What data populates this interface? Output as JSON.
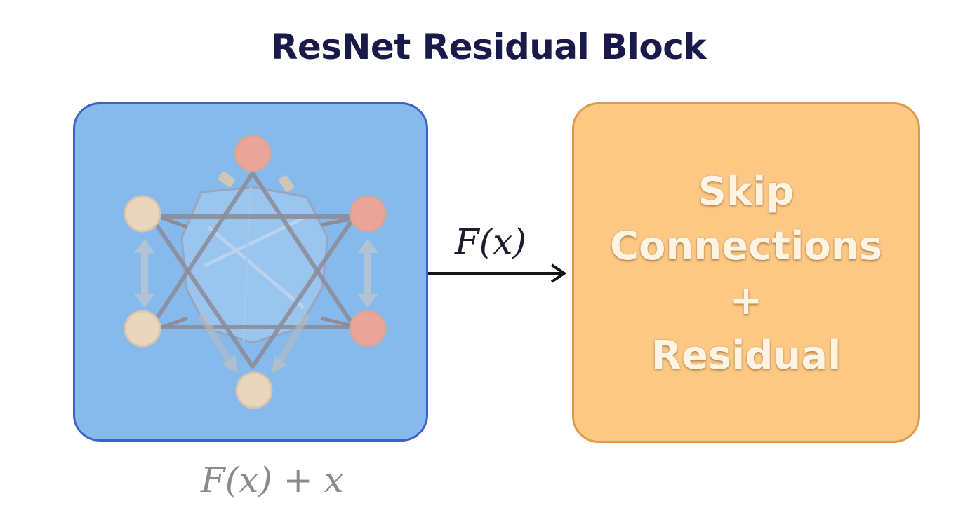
{
  "diagram": {
    "title": "ResNet Residual Block",
    "arrow_label": "F(x)",
    "bottom_label": "F(x) + x",
    "right_box_lines": [
      "Skip",
      "Connections",
      "+",
      "Residual"
    ],
    "colors": {
      "left_fill": "#86b9ec",
      "left_border": "#3f62c4",
      "right_fill": "#fcc884",
      "right_border": "#df9a4a",
      "node_red": "#eaa49a",
      "node_beige": "#ead5bd"
    },
    "icons": {
      "network": "hexagram-network-icon"
    }
  }
}
